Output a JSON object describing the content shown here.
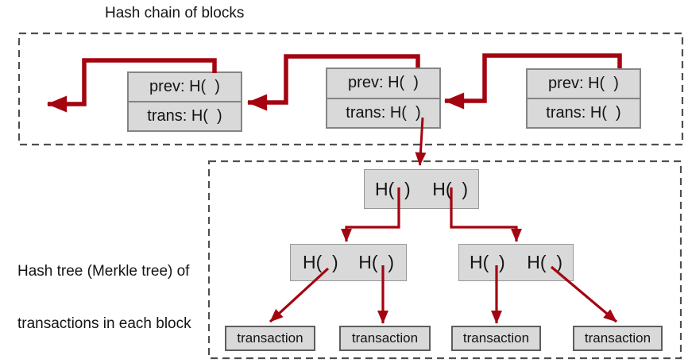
{
  "colors": {
    "arrow": "#a40310",
    "box_fill": "#d9d9d9",
    "box_border": "#848484",
    "dash_border": "#4f4f4f",
    "text": "#141414",
    "background": "#ffffff"
  },
  "hash_chain": {
    "title": "Hash chain of blocks",
    "blocks": [
      {
        "prev_label": "prev: H(  )",
        "trans_label": "trans: H(  )"
      },
      {
        "prev_label": "prev: H(  )",
        "trans_label": "trans: H(  )"
      },
      {
        "prev_label": "prev: H(  )",
        "trans_label": "trans: H(  )"
      }
    ]
  },
  "merkle_tree": {
    "label_line1": "Hash tree (Merkle tree) of",
    "label_line2": "transactions in each block",
    "root_node": {
      "left_hash": "H(  )",
      "right_hash": "H(  )"
    },
    "internal_nodes": [
      {
        "left_hash": "H(  )",
        "right_hash": "H(  )"
      },
      {
        "left_hash": "H(  )",
        "right_hash": "H(  )"
      }
    ],
    "leaf_nodes": [
      {
        "label": "transaction"
      },
      {
        "label": "transaction"
      },
      {
        "label": "transaction"
      },
      {
        "label": "transaction"
      }
    ]
  }
}
